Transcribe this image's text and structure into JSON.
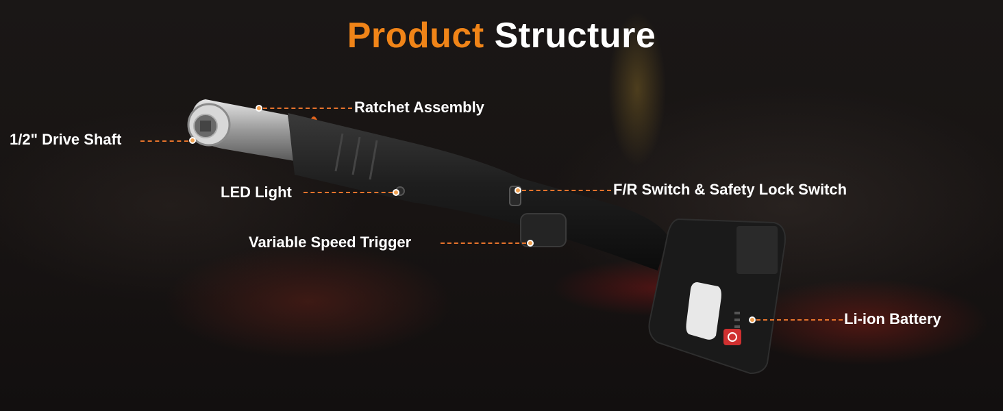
{
  "title": {
    "word1": "Product",
    "word2": "Structure"
  },
  "accent_color": "#f08418",
  "callouts": {
    "ratchet": "Ratchet Assembly",
    "drive": "1/2\" Drive Shaft",
    "led": "LED Light",
    "switch": "F/R Switch & Safety Lock Switch",
    "trigger": "Variable Speed Trigger",
    "battery": "Li-ion Battery"
  }
}
